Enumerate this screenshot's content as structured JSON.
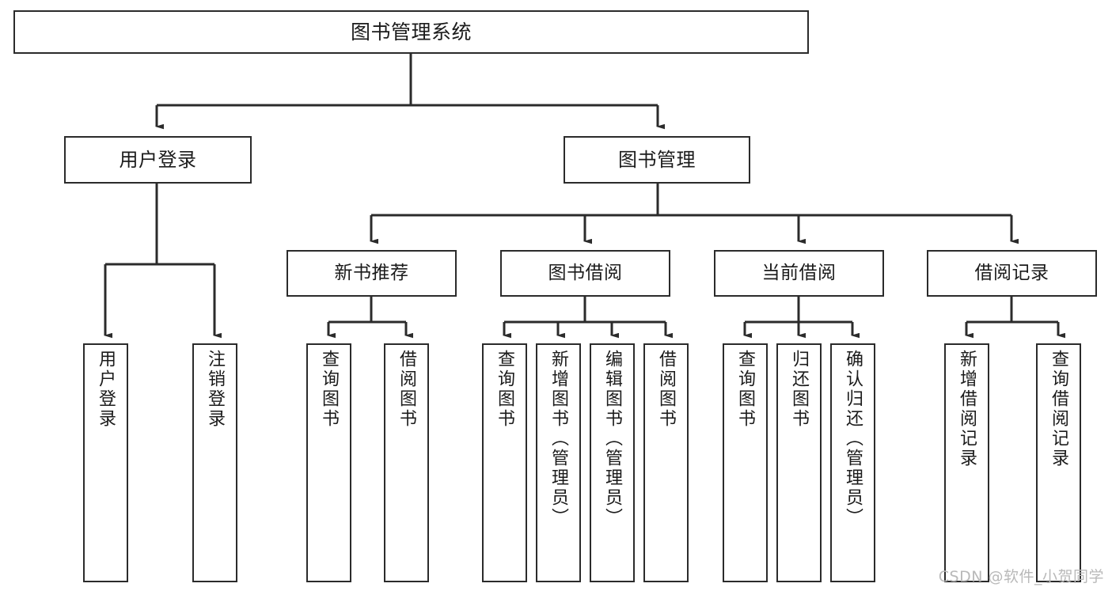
{
  "diagram": {
    "title": "图书管理系统",
    "type": "hierarchy-tree",
    "colors": {
      "background": "#ffffff",
      "box_fill": "#ffffff",
      "stroke": "#2b2b2b",
      "text": "#1b1b1b",
      "watermark": "#b9b9b9"
    },
    "root": {
      "label": "图书管理系统"
    },
    "level1": [
      {
        "label": "用户登录"
      },
      {
        "label": "图书管理"
      }
    ],
    "level2": [
      {
        "label": "新书推荐"
      },
      {
        "label": "图书借阅"
      },
      {
        "label": "当前借阅"
      },
      {
        "label": "借阅记录"
      }
    ],
    "leaves": {
      "user_login": [
        {
          "label": "用户登录"
        },
        {
          "label": "注销登录"
        }
      ],
      "new_book_recommend": [
        {
          "label": "查询图书"
        },
        {
          "label": "借阅图书"
        }
      ],
      "book_borrow": [
        {
          "label": "查询图书"
        },
        {
          "label": "新增图书（管理员）"
        },
        {
          "label": "编辑图书（管理员）"
        },
        {
          "label": "借阅图书"
        }
      ],
      "current_borrow": [
        {
          "label": "查询图书"
        },
        {
          "label": "归还图书"
        },
        {
          "label": "确认归还（管理员）"
        }
      ],
      "borrow_record": [
        {
          "label": "新增借阅记录"
        },
        {
          "label": "查询借阅记录"
        }
      ]
    },
    "watermark": "CSDN @软件_小贺同学"
  }
}
